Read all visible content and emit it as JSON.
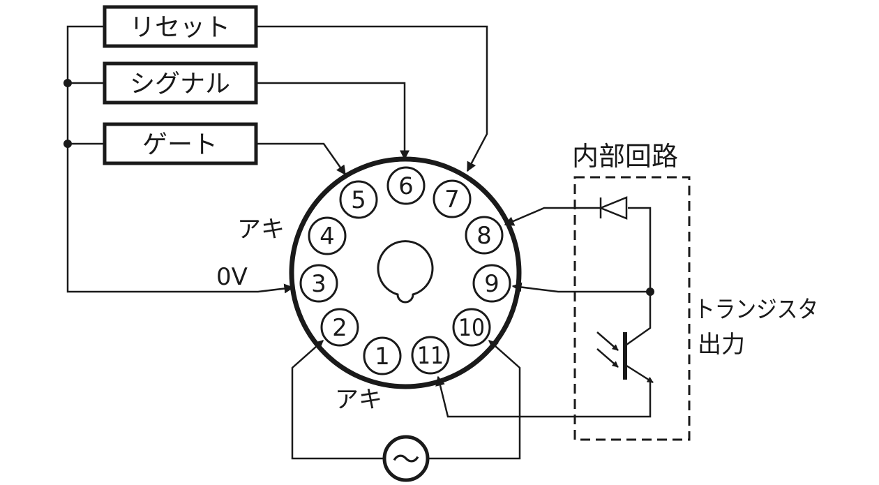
{
  "labels": {
    "reset": "リセット",
    "signal": "シグナル",
    "gate": "ゲート",
    "internal_circuit": "内部回路",
    "unused_upper": "アキ",
    "unused_lower": "アキ",
    "zero_volt": "0V",
    "transistor_output_line1": "トランジスタ",
    "transistor_output_line2": "出力"
  },
  "pins": [
    "1",
    "2",
    "3",
    "4",
    "5",
    "6",
    "7",
    "8",
    "9",
    "10",
    "11"
  ],
  "ac_source_symbol": "～"
}
